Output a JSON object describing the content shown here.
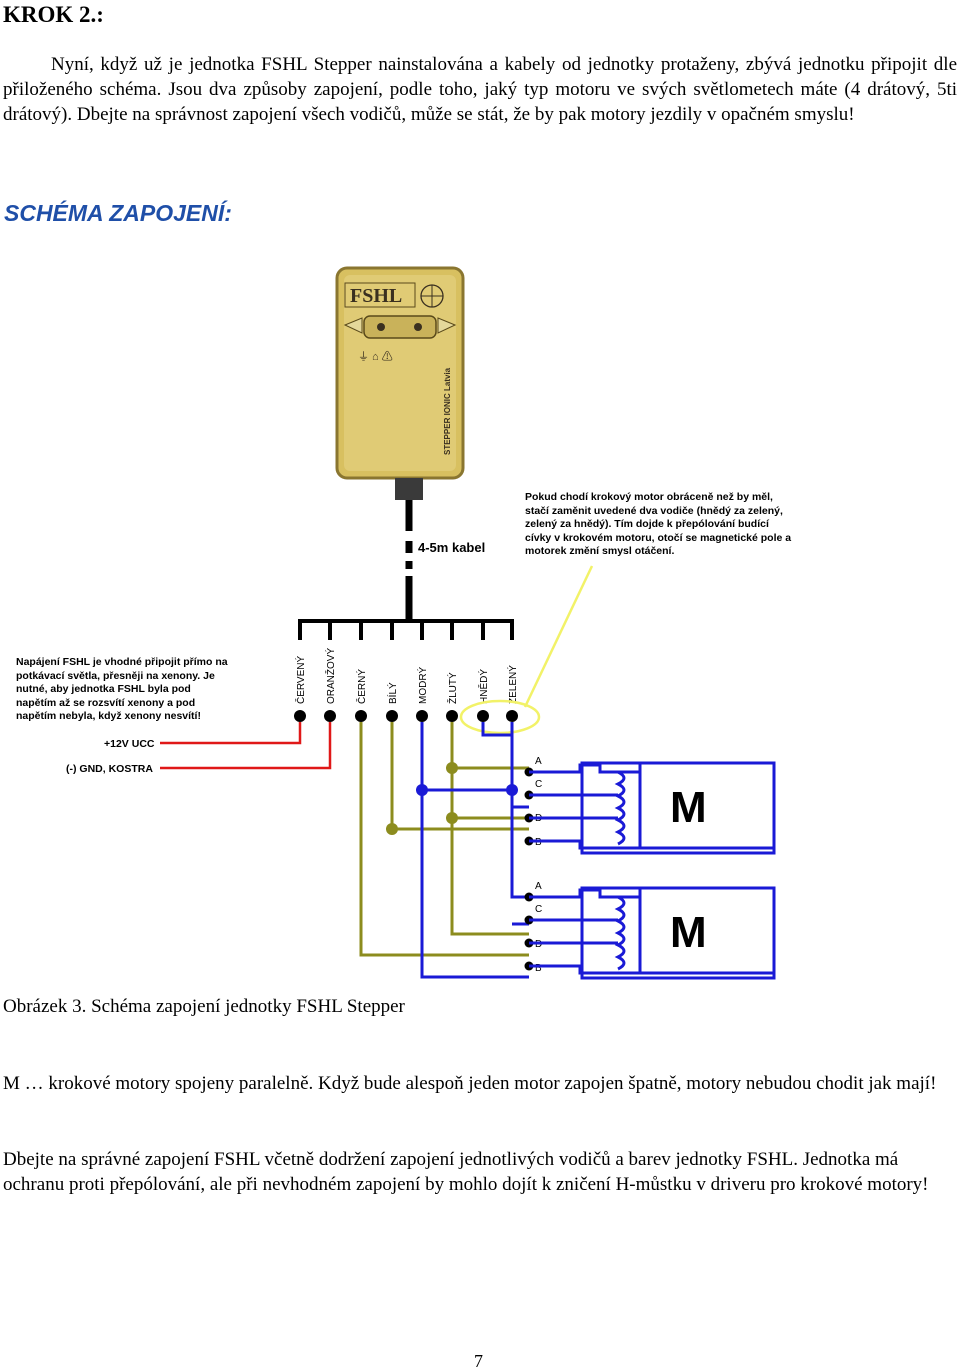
{
  "heading": "KROK 2.:",
  "intro": "Nyní, když už je jednotka FSHL Stepper nainstalována a kabely od jednotky protaženy, zbývá jednotku připojit dle přiloženého schéma. Jsou dva způsoby zapojení, podle toho, jaký typ motoru ve svých světlometech máte (4 drátový, 5ti drátový). Dbejte na správnost zapojení všech vodičů, může se stát, že by pak motory jezdily v opačném smyslu!",
  "schema_title": "SCHÉMA ZAPOJENÍ:",
  "diagram": {
    "unit_logo": "FSHL",
    "unit_side_text": "STEPPER IONIC Latvia",
    "cable_label": "4-5m kabel",
    "note_right": [
      "Pokud chodí krokový motor obráceně než by měl,",
      "stačí zaměnit uvedené dva vodiče (hnědý za zelený,",
      "zelený za hnědý). Tím dojde k přepólování budící",
      "cívky v krokovém motoru, otočí se magnetické pole a",
      "motorek změní smysl otáčení."
    ],
    "note_left": [
      "Napájení FSHL je vhodné připojit přímo na",
      "potkávací světla, přesněji na xenony. Je",
      "nutné, aby jednotka FSHL byla pod",
      "napětím až se rozsvítí xenony a pod",
      "napětím nebyla, když xenony nesvítí!"
    ],
    "wires": [
      "ČERVENÝ",
      "ORANŽOVÝ",
      "ČERNÝ",
      "BÍLÝ",
      "MODRÝ",
      "ŽLUTÝ",
      "HNĚDÝ",
      "ZELENÝ"
    ],
    "supply_label": "+12V UCC",
    "ground_label": "(-) GND, KOSTRA",
    "motor_label": "M",
    "pins": [
      "A",
      "C",
      "D",
      "B"
    ],
    "colors": {
      "red": "#e01818",
      "blue": "#1a1ad6",
      "olive": "#8c8c1e",
      "yellow": "#f2f268",
      "unit": "#d8c060"
    }
  },
  "caption": "Obrázek 3. Schéma zapojení jednotky FSHL Stepper",
  "note1": "M … krokové motory spojeny paralelně. Když bude alespoň jeden motor zapojen špatně, motory nebudou chodit jak mají!",
  "note2": "Dbejte na správné zapojení FSHL včetně dodržení zapojení jednotlivých vodičů a barev jednotky FSHL. Jednotka má ochranu proti přepólování, ale při nevhodném zapojení by mohlo dojít k zničení H-můstku v driveru pro krokové motory!",
  "page_number": "7"
}
